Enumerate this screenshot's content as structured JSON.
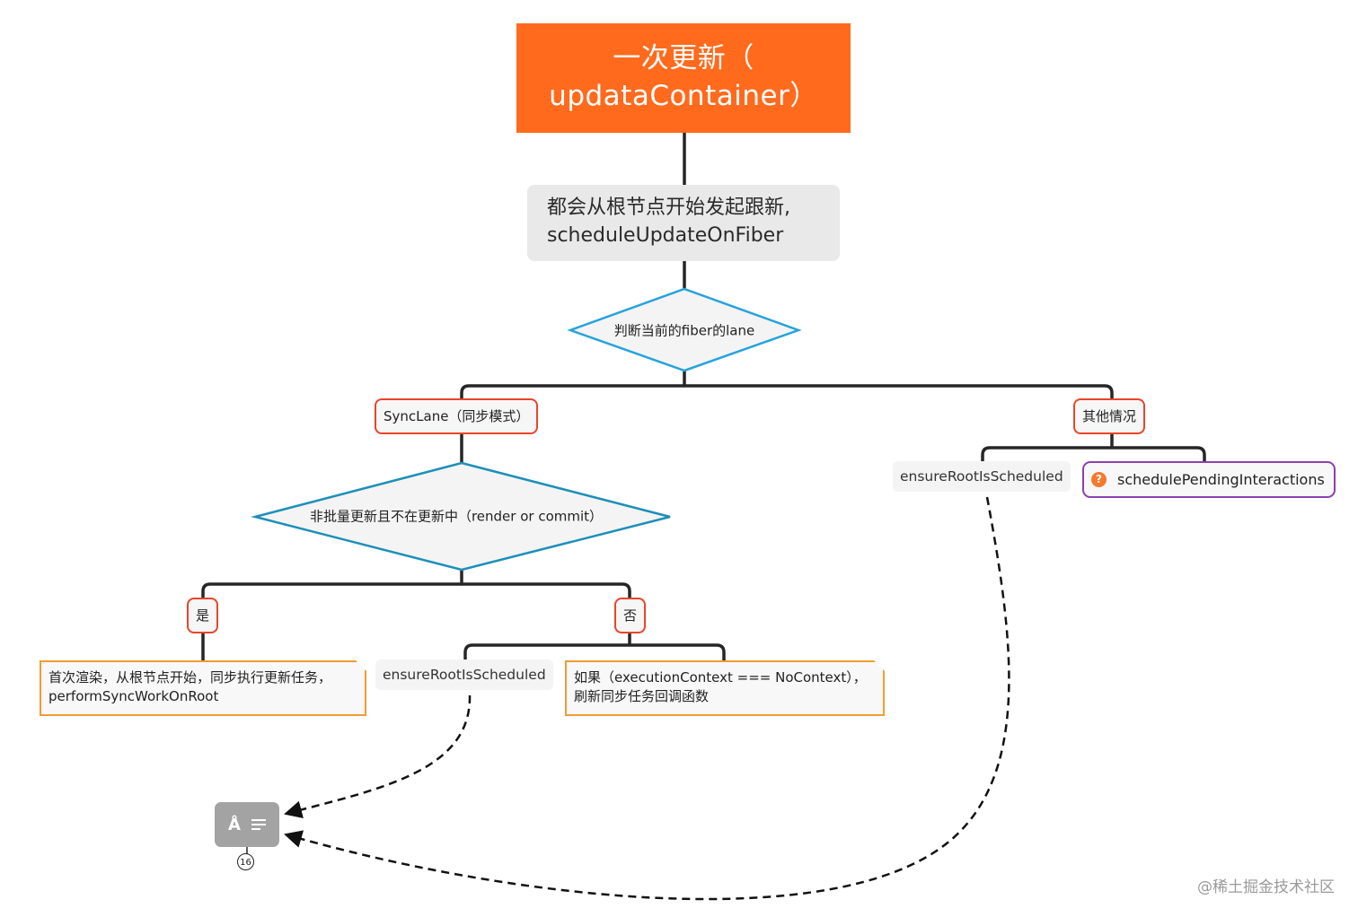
{
  "diagram": {
    "root": {
      "line1": "一次更新（",
      "line2": "updataContainer）",
      "color": "#ff6a1d"
    },
    "step1": {
      "line1": "都会从根节点开始发起跟新,",
      "line2": "scheduleUpdateOnFiber"
    },
    "decision1": {
      "text": "判断当前的fiber的lane",
      "stroke": "#27a3dc"
    },
    "branch_sync": {
      "label": "SyncLane（同步模式）"
    },
    "branch_other": {
      "label": "其他情况"
    },
    "decision2": {
      "text": "非批量更新且不在更新中（render or commit）",
      "stroke": "#1d8fb8"
    },
    "yes": {
      "label": "是"
    },
    "no": {
      "label": "否"
    },
    "yes_note": {
      "line1": "首次渲染，从根节点开始，同步执行更新任务，",
      "line2": "performSyncWorkOnRoot"
    },
    "no_ensure": {
      "label": "ensureRootIsScheduled"
    },
    "no_note": {
      "line1": "如果（executionContext === NoContext），",
      "line2": "刷新同步任务回调函数"
    },
    "other_ensure": {
      "label": "ensureRootIsScheduled"
    },
    "other_pending": {
      "label": "schedulePendingInteractions",
      "icon": "question-icon",
      "icon_glyph": "?"
    },
    "summary": {
      "icon_a": "Å",
      "badge": "16"
    }
  },
  "colors": {
    "label_border": "#e8452a",
    "note_border": "#f29b32",
    "purple_border": "#8d3fb0",
    "connector": "#222222"
  },
  "watermark": "@稀土掘金技术社区"
}
